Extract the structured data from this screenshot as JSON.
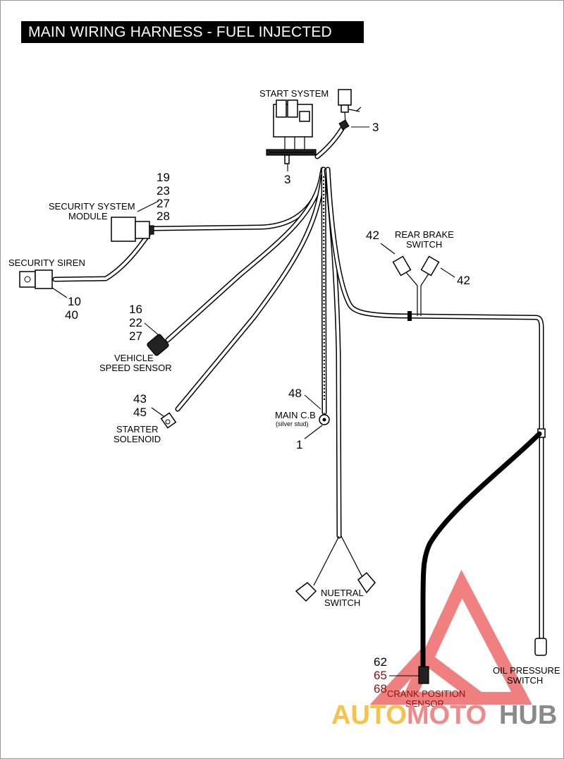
{
  "title": "MAIN WIRING HARNESS - FUEL INJECTED",
  "components": {
    "start_system": "START SYSTEM",
    "security_system_module_line1": "SECURITY SYSTEM",
    "security_system_module_line2": "MODULE",
    "security_siren": "SECURITY SIREN",
    "rear_brake_switch_line1": "REAR BRAKE",
    "rear_brake_switch_line2": "SWITCH",
    "vehicle_speed_sensor_line1": "VEHICLE",
    "vehicle_speed_sensor_line2": "SPEED SENSOR",
    "starter_solenoid_line1": "STARTER",
    "starter_solenoid_line2": "SOLENOID",
    "main_cb_line1": "MAIN C.B",
    "main_cb_line2": "(silver stud)",
    "neutral_switch_line1": "NUETRAL",
    "neutral_switch_line2": "SWITCH",
    "oil_pressure_switch_line1": "OIL PRESSURE",
    "oil_pressure_switch_line2": "SWITCH",
    "crank_position_sensor_line1": "CRANK POSITION",
    "crank_position_sensor_line2": "SENSOR"
  },
  "callouts": {
    "start_system_ref": "3",
    "harness_ref": "3",
    "security_module": [
      "19",
      "23",
      "27",
      "28"
    ],
    "security_siren": [
      "10",
      "40"
    ],
    "rear_brake_left": "42",
    "rear_brake_right": "42",
    "vehicle_speed_sensor": [
      "16",
      "22",
      "27"
    ],
    "starter_solenoid": [
      "43",
      "45"
    ],
    "main_cb_upper": "48",
    "main_cb_lower": "1",
    "crank_position_sensor": [
      "62",
      "65",
      "68"
    ]
  },
  "watermark": {
    "part1": "AUTO",
    "part2": "MOTO",
    "part3": "HUB",
    "colors": {
      "auto": "#f7c24a",
      "moto": "#f08a8a",
      "hub": "#8a8a8a",
      "triangle": "#ee6b6b"
    }
  }
}
